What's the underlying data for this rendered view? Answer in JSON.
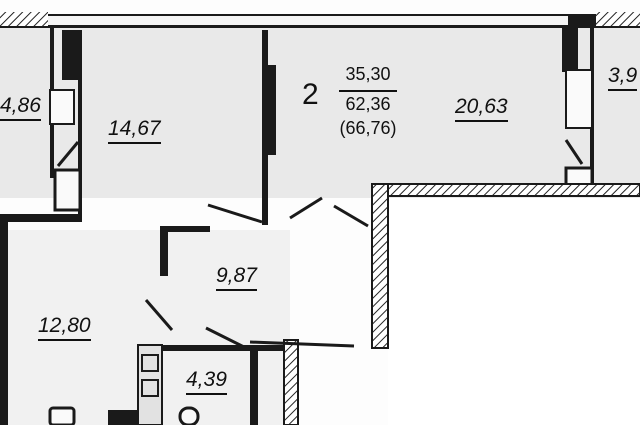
{
  "apartment": {
    "rooms_count": "2",
    "living_area": "35,30",
    "total_area": "62,36",
    "total_with_balcony": "(66,76)"
  },
  "rooms": {
    "left_edge_room": "4,86",
    "top_left_room": "14,67",
    "top_center_room": "20,63",
    "right_edge_room": "3,9",
    "hall": "9,87",
    "lower_left_room": "12,80",
    "bathroom": "4,39"
  },
  "colors": {
    "wall": "#1a1a1a",
    "paper": "#fdfdfd",
    "shade": "#d9d9d9"
  }
}
